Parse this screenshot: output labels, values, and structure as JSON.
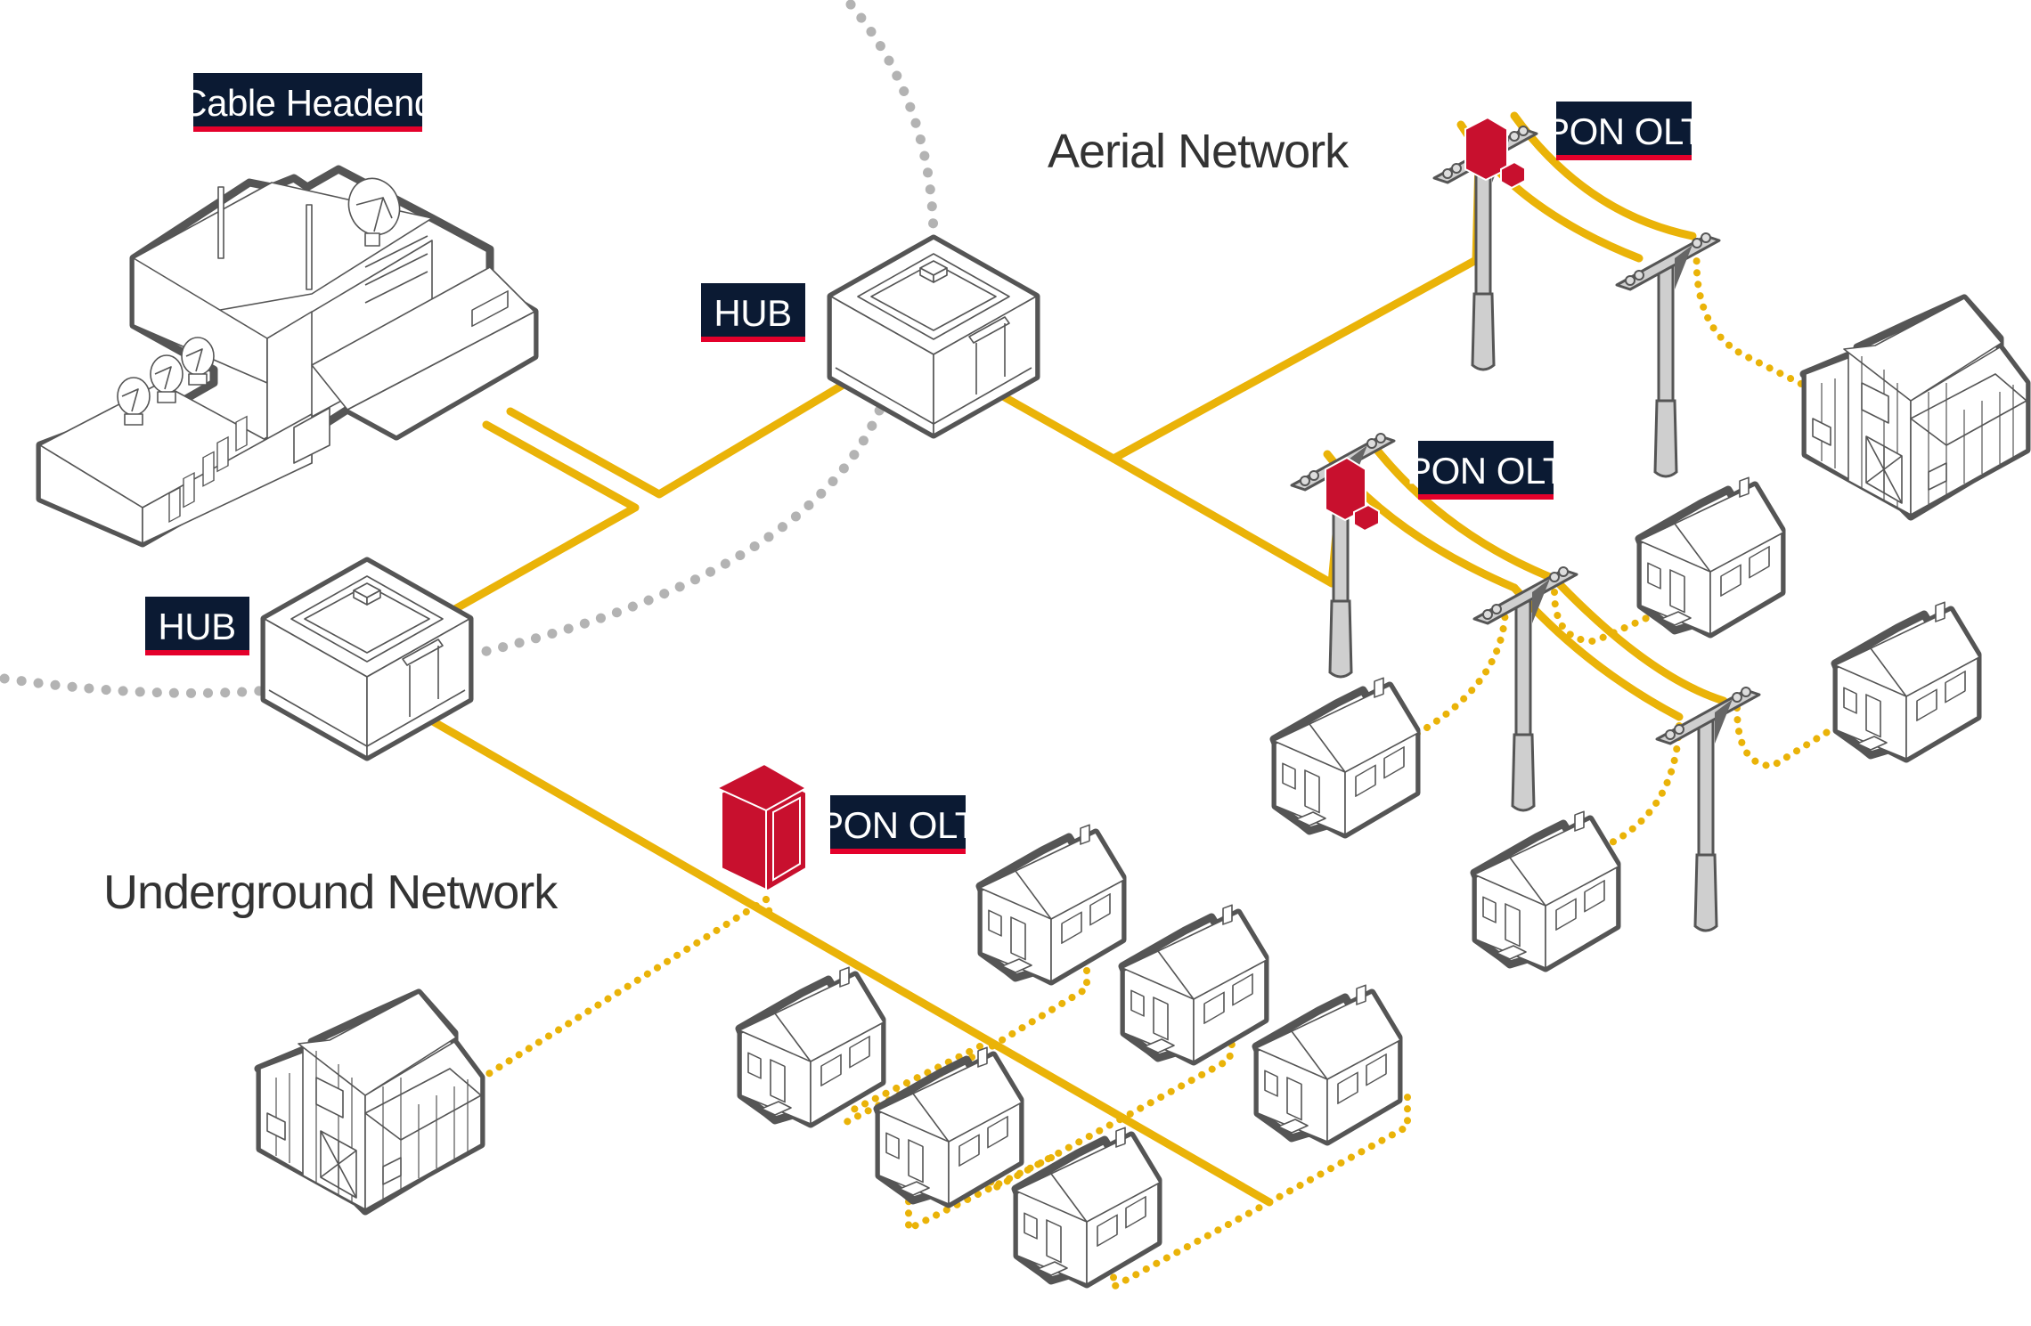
{
  "diagram": {
    "colors": {
      "label_bg": "#0b1a33",
      "label_accent": "#e4002b",
      "fiber": "#eab308",
      "ring": "#b3b3b3",
      "equipment": "#c8102e",
      "outline": "#555555"
    },
    "labels": {
      "headend": "Cable Headend",
      "hub_top": "HUB",
      "hub_left": "HUB",
      "pon_olt_aerial_1": "PON OLT",
      "pon_olt_aerial_2": "PON OLT",
      "pon_olt_underground": "PON OLT"
    },
    "sections": {
      "aerial": "Aerial Network",
      "underground": "Underground Network"
    },
    "nodes": [
      {
        "id": "headend",
        "type": "cable-headend",
        "label": "Cable Headend"
      },
      {
        "id": "hub-top",
        "type": "hub",
        "label": "HUB"
      },
      {
        "id": "hub-left",
        "type": "hub",
        "label": "HUB"
      },
      {
        "id": "olt-aerial-1",
        "type": "pon-olt-pole-mounted",
        "label": "PON OLT"
      },
      {
        "id": "olt-aerial-2",
        "type": "pon-olt-pole-mounted",
        "label": "PON OLT"
      },
      {
        "id": "olt-underground",
        "type": "pon-olt-cabinet",
        "label": "PON OLT"
      },
      {
        "id": "barn-aerial",
        "type": "barn"
      },
      {
        "id": "barn-underground",
        "type": "barn"
      },
      {
        "id": "house-aerial-1",
        "type": "house"
      },
      {
        "id": "house-aerial-2",
        "type": "house"
      },
      {
        "id": "house-aerial-3",
        "type": "house"
      },
      {
        "id": "house-aerial-4",
        "type": "house"
      },
      {
        "id": "house-ug-1",
        "type": "house"
      },
      {
        "id": "house-ug-2",
        "type": "house"
      },
      {
        "id": "house-ug-3",
        "type": "house"
      },
      {
        "id": "house-ug-4",
        "type": "house"
      },
      {
        "id": "house-ug-5",
        "type": "house"
      },
      {
        "id": "house-ug-6",
        "type": "house"
      }
    ],
    "links": [
      {
        "from": "headend",
        "to": "hub-top",
        "style": "fiber"
      },
      {
        "from": "headend",
        "to": "hub-left",
        "style": "fiber"
      },
      {
        "from": "hub-top",
        "to": "olt-aerial-1",
        "style": "fiber"
      },
      {
        "from": "hub-top",
        "to": "olt-aerial-2",
        "style": "fiber"
      },
      {
        "from": "hub-left",
        "to": "olt-underground",
        "style": "fiber"
      },
      {
        "from": "hub-top",
        "to": "hub-left",
        "style": "ring-dotted"
      },
      {
        "from": "olt-aerial-1",
        "to": "barn-aerial",
        "style": "drop-dotted"
      },
      {
        "from": "olt-aerial-2",
        "to": "house-aerial-1",
        "style": "drop-dotted"
      },
      {
        "from": "olt-aerial-2",
        "to": "house-aerial-2",
        "style": "drop-dotted"
      },
      {
        "from": "olt-aerial-2",
        "to": "house-aerial-3",
        "style": "drop-dotted"
      },
      {
        "from": "olt-aerial-2",
        "to": "house-aerial-4",
        "style": "drop-dotted"
      },
      {
        "from": "olt-underground",
        "to": "barn-underground",
        "style": "drop-dotted"
      },
      {
        "from": "olt-underground",
        "to": "house-ug-1",
        "style": "drop-dotted"
      },
      {
        "from": "olt-underground",
        "to": "house-ug-2",
        "style": "drop-dotted"
      },
      {
        "from": "olt-underground",
        "to": "house-ug-3",
        "style": "drop-dotted"
      },
      {
        "from": "olt-underground",
        "to": "house-ug-4",
        "style": "drop-dotted"
      },
      {
        "from": "olt-underground",
        "to": "house-ug-5",
        "style": "drop-dotted"
      },
      {
        "from": "olt-underground",
        "to": "house-ug-6",
        "style": "drop-dotted"
      }
    ]
  }
}
